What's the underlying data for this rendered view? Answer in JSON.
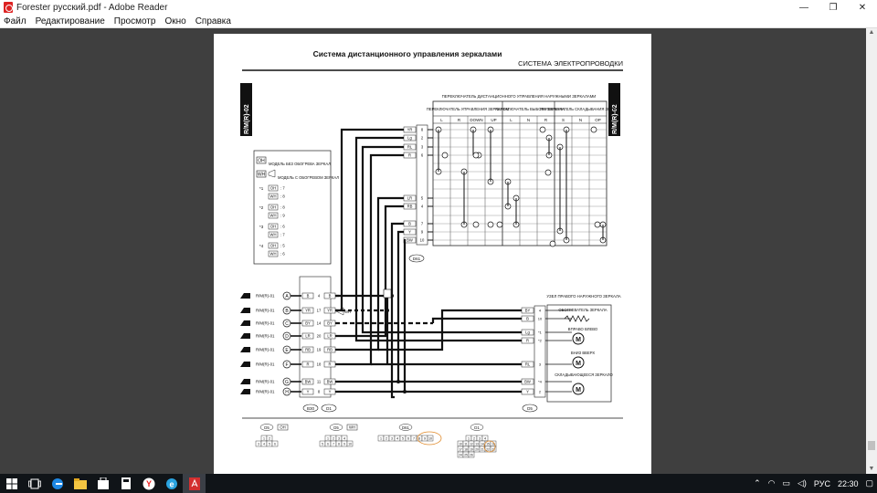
{
  "window": {
    "title": "Forester русский.pdf - Adobe Reader",
    "minimize_glyph": "—",
    "maximize_glyph": "❐",
    "close_glyph": "✕"
  },
  "menu": {
    "items": [
      "Файл",
      "Редактирование",
      "Просмотр",
      "Окно",
      "Справка"
    ]
  },
  "document": {
    "heading": "Система дистанционного управления зеркалами",
    "subheading": "СИСТЕМА ЭЛЕКТРОПРОВОДКИ",
    "side_tag_left": "R/M(R)-02",
    "side_tag_right": "R/M(R)-02",
    "switch_title": "ПЕРЕКЛЮЧАТЕЛЬ ДИСТАНЦИОННОГО УПРАВЛЕНИЯ НАРУЖНЫМИ ЗЕРКАЛАМИ",
    "switch_groups": [
      "ПЕРЕКЛЮЧАТЕЛЬ УПРАВЛЕНИЯ ЗЕРКАЛОМ",
      "ПЕРЕКЛЮЧАТЕЛЬ ВЫБОРА ЗЕРКАЛА",
      "ПЕРЕКЛЮЧАТЕЛЬ СКЛАДЫВАНИЯ ЗЕРКАЛ"
    ],
    "switch_columns": [
      "L",
      "R",
      "DOWN",
      "UP",
      "L",
      "N",
      "R",
      "S",
      "N",
      "OP"
    ],
    "legend": {
      "oh_code": "OH",
      "oh_text": "МОДЕЛЬ БЕЗ ОБОГРЕВА ЗЕРКАЛ",
      "wh_code": "WH",
      "wh_text": "МОДЕЛЬ С ОБОГРЕВОМ ЗЕРКАЛ",
      "rows": [
        {
          "mark": "*1",
          "oh": "7",
          "wh": "8"
        },
        {
          "mark": "*2",
          "oh": "8",
          "wh": "9"
        },
        {
          "mark": "*3",
          "oh": "6",
          "wh": "7"
        },
        {
          "mark": "*4",
          "oh": "5",
          "wh": "6"
        }
      ]
    },
    "switch_pins": [
      {
        "color": "YR",
        "pin": "8"
      },
      {
        "color": "Lg",
        "pin": "2"
      },
      {
        "color": "RL",
        "pin": "3"
      },
      {
        "color": "R",
        "pin": "6"
      },
      {
        "color": "LR",
        "pin": "5"
      },
      {
        "color": "RB",
        "pin": "4"
      },
      {
        "color": "B",
        "pin": "7"
      },
      {
        "color": "Y",
        "pin": "9"
      },
      {
        "color": "BW",
        "pin": "10"
      }
    ],
    "switch_connector": "D61",
    "harness_rows": [
      {
        "label": "R/M(R)-01",
        "letter": "A",
        "left": "B",
        "pin": "4",
        "right": "B"
      },
      {
        "label": "R/M(R)-01",
        "letter": "B",
        "left": "YR",
        "pin": "17",
        "right": "YR"
      },
      {
        "label": "R/M(R)-01",
        "letter": "C",
        "left": "BY",
        "pin": "14",
        "right": "BY"
      },
      {
        "label": "R/M(R)-01",
        "letter": "D",
        "left": "LR",
        "pin": "20",
        "right": "LR"
      },
      {
        "label": "R/M(R)-01",
        "letter": "E",
        "left": "RB",
        "pin": "19",
        "right": "RB"
      },
      {
        "label": "R/M(R)-01",
        "letter": "F",
        "left": "R",
        "pin": "18",
        "right": "R"
      },
      {
        "label": "R/M(R)-01",
        "letter": "G",
        "left": "BW",
        "pin": "11",
        "right": "BW"
      },
      {
        "label": "R/M(R)-01",
        "letter": "H",
        "left": "Y",
        "pin": "8",
        "right": "Y"
      }
    ],
    "harness_connectors": [
      "B30",
      "D1"
    ],
    "wh_tag": "WH",
    "mirror_unit_title": "УЗЕЛ ПРАВОГО НАРУЖНОГО ЗЕРКАЛА",
    "heater_label": "ОБОГРЕВАТЕЛЬ ЗЕРКАЛА",
    "lr_motor_label": "ВПРАВО  ВЛЕВО",
    "ud_motor_label": "ВНИЗ  ВВЕРХ",
    "fold_motor_label": "СКЛАДЫВАЮЩЕЕСЯ ЗЕРКАЛО",
    "motor_glyph": "M",
    "mirror_pins": [
      {
        "color": "BY",
        "pin": "4"
      },
      {
        "color": "B",
        "pin": "10"
      },
      {
        "color": "Lg",
        "pin": "*1"
      },
      {
        "color": "R",
        "pin": "*2"
      },
      {
        "color": "RL",
        "pin": "3"
      },
      {
        "color": "BW",
        "pin": "*4"
      },
      {
        "color": "Y",
        "pin": "2"
      }
    ],
    "mirror_connector": "D5",
    "bottom_connectors": [
      {
        "id": "D5",
        "tag": "OH",
        "top": [
          "1",
          "2"
        ],
        "bottom": [
          "3",
          "4",
          "5",
          "6"
        ]
      },
      {
        "id": "D5",
        "tag": "WH",
        "top": [
          "1",
          "2",
          "3",
          "4"
        ],
        "bottom": [
          "5",
          "6",
          "7",
          "8",
          "9",
          "10"
        ]
      },
      {
        "id": "D61",
        "tag": "",
        "top": [
          "1",
          "2",
          "3",
          "4",
          "5",
          "6",
          "7",
          "8",
          "9",
          "10"
        ],
        "bottom": []
      },
      {
        "id": "D1",
        "tag": "",
        "top": [
          "1",
          "2",
          "3",
          "4"
        ],
        "bottom": [
          "10",
          "11",
          "12",
          "13",
          "14",
          "15",
          "16",
          "17",
          "18",
          "19",
          "20",
          "21",
          "22",
          "23",
          "24",
          "25",
          "26"
        ]
      }
    ]
  },
  "taskbar": {
    "language": "РУС",
    "time": "22:30"
  }
}
